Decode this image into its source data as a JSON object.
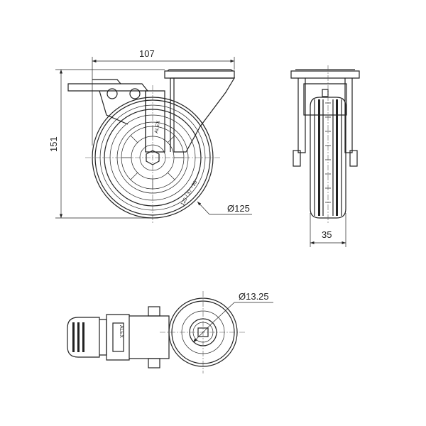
{
  "dimensions": {
    "width_top": "107",
    "height": "151",
    "wheel_diameter": "Ø125",
    "wheel_width": "35",
    "bolt_hole_diameter": "Ø13.25"
  },
  "wheel_marking": "125 / 37 - 50",
  "logo": "ALEX",
  "colors": {
    "line": "#222222",
    "background": "#ffffff"
  }
}
